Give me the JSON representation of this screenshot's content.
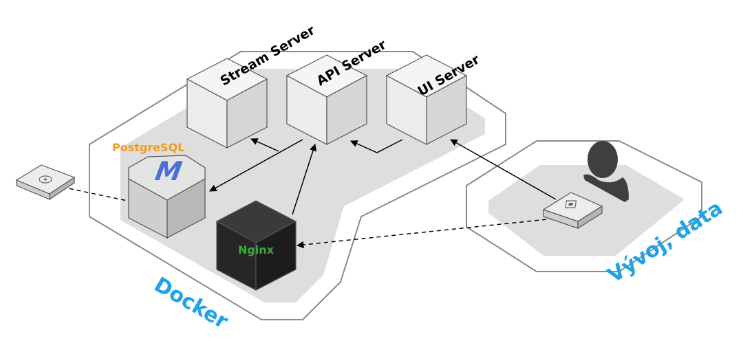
{
  "colors": {
    "zone_label": "#1ea3e6",
    "postgres_label": "#f39a1e",
    "nginx_label": "#3aab3a",
    "m_logo": "#4a6fd6",
    "zone_outline": "#8a8a8a",
    "zone_floor": "#dedede",
    "box_light": "#f2f2f2",
    "box_dark": "#2b2b2b"
  },
  "servers": {
    "stream": "Stream Server",
    "api": "API Server",
    "ui": "UI Server"
  },
  "database": {
    "label": "PostgreSQL",
    "logo": "M"
  },
  "proxy": {
    "label": "Nginx"
  },
  "zones": {
    "docker": "Docker",
    "dev": "Vývoj, data"
  },
  "icons": {
    "disk": "disk-drive-icon",
    "chip": "chip-device-icon",
    "user": "user-silhouette-icon"
  }
}
